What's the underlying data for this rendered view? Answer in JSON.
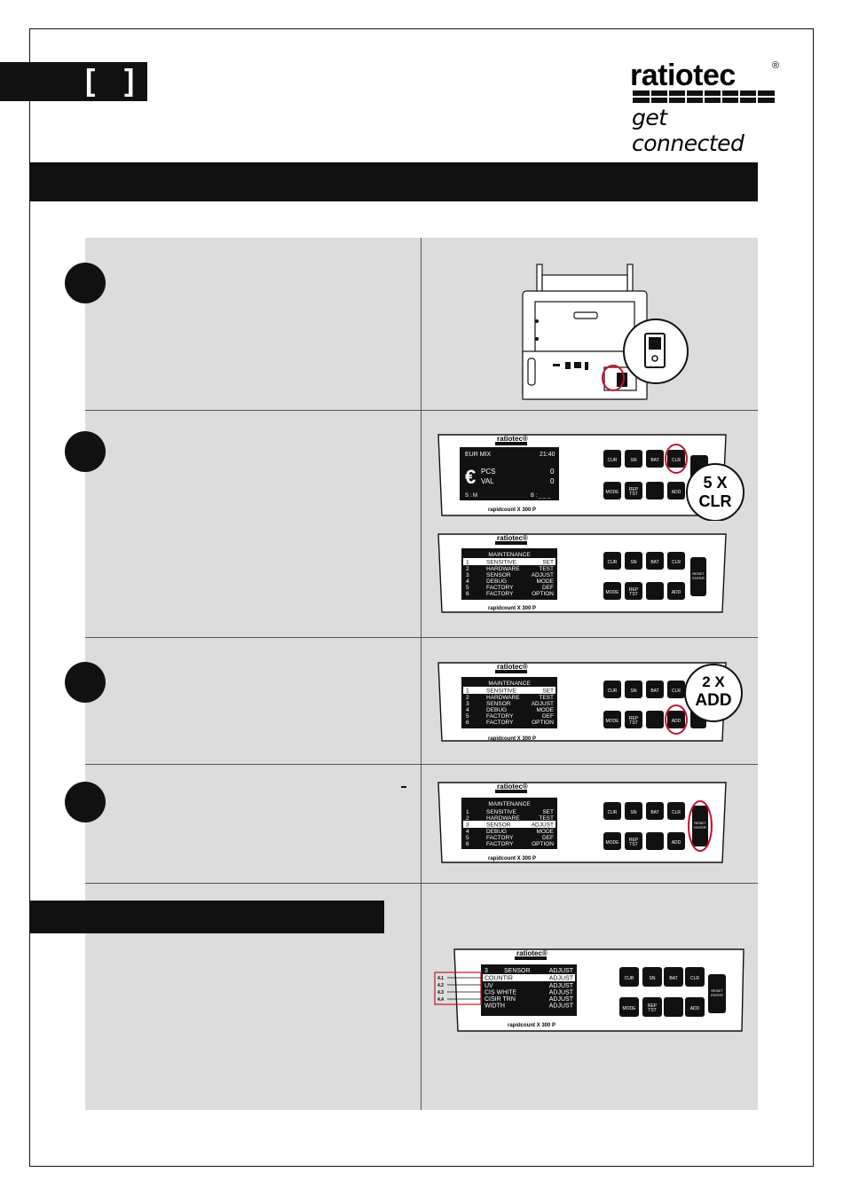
{
  "header": {
    "brand": "ratiotec",
    "registered_mark": "®",
    "tagline": "get connected",
    "lang_open": "[",
    "lang_close": "]"
  },
  "device": {
    "logo_text": "ratiotec®",
    "model": "rapidcount X 300 P",
    "buttons": {
      "cur": "CUR",
      "sn": "SN",
      "bat": "BAT",
      "clr": "CLR",
      "mode": "MODE",
      "add": "ADD",
      "rep_line1": "REP",
      "rep_line2": "TST",
      "enter_line1": "RESET",
      "enter_line2": "ENTER"
    }
  },
  "step2": {
    "display": {
      "currency": "EUR MIX",
      "time": "21:40",
      "euro_sign": "€",
      "pcs_label": "PCS",
      "pcs_value": "0",
      "val_label": "VAL",
      "val_value": "0",
      "mode": "S : M",
      "batch": "B : _ _ _"
    },
    "callout_line1": "5 X",
    "callout_line2": "CLR"
  },
  "step3": {
    "callout_line1": "2 X",
    "callout_line2": "ADD"
  },
  "menu": {
    "title": "MAINTENANCE",
    "rows": [
      {
        "num": "1",
        "name": "SENSITIVE",
        "action": "SET"
      },
      {
        "num": "2",
        "name": "HARDWARE",
        "action": "TEST"
      },
      {
        "num": "3",
        "name": "SENSOR",
        "action": "ADJUST"
      },
      {
        "num": "4",
        "name": "DEBUG",
        "action": "MODE"
      },
      {
        "num": "5",
        "name": "FACTORY",
        "action": "DEF"
      },
      {
        "num": "6",
        "name": "FACTORY",
        "action": "OPTION"
      }
    ]
  },
  "sensor_menu": {
    "title_num": "3",
    "title_name": "SENSOR",
    "title_action": "ADJUST",
    "rows": [
      {
        "ref": "4.1",
        "name": "COUNTIR",
        "action": "ADJUST"
      },
      {
        "ref": "4.2",
        "name": "UV",
        "action": "ADJUST"
      },
      {
        "ref": "4.3",
        "name": "CIS WHITE",
        "action": "ADJUST"
      },
      {
        "ref": "4.4",
        "name": "CISIR TRN",
        "action": "ADJUST"
      },
      {
        "ref": "",
        "name": "WIDTH",
        "action": "ADJUST"
      }
    ]
  },
  "colors": {
    "dark": "#111111",
    "panel": "#dcdcdc",
    "highlight": "#c8102e"
  }
}
